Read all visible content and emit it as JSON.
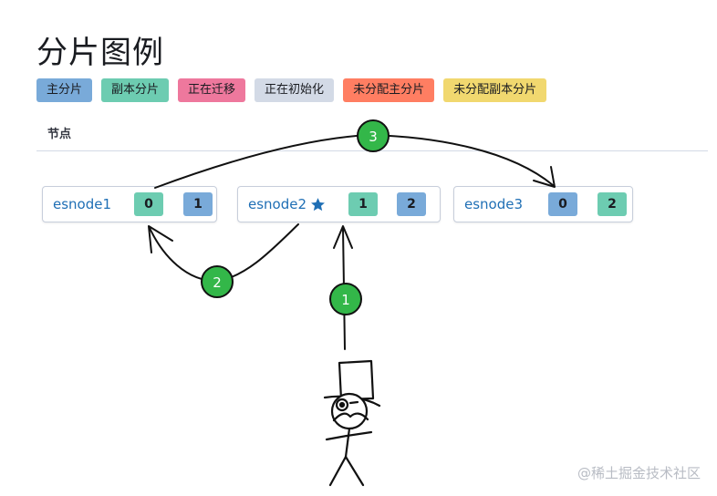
{
  "page": {
    "title": "分片图例",
    "section": "节点",
    "watermark": "@稀土掘金技术社区"
  },
  "legend": [
    {
      "label": "主分片",
      "color": "#79aad9"
    },
    {
      "label": "副本分片",
      "color": "#6dccb1"
    },
    {
      "label": "正在迁移",
      "color": "#ee789d"
    },
    {
      "label": "正在初始化",
      "color": "#d3dae6"
    },
    {
      "label": "未分配主分片",
      "color": "#ff7e62"
    },
    {
      "label": "未分配副本分片",
      "color": "#f1d86f"
    }
  ],
  "nodes": [
    {
      "name": "esnode1",
      "master": false,
      "shards": [
        {
          "label": "0",
          "type": "replica"
        },
        {
          "label": "1",
          "type": "primary"
        }
      ]
    },
    {
      "name": "esnode2",
      "master": true,
      "shards": [
        {
          "label": "1",
          "type": "replica"
        },
        {
          "label": "2",
          "type": "primary"
        }
      ]
    },
    {
      "name": "esnode3",
      "master": false,
      "shards": [
        {
          "label": "0",
          "type": "primary"
        },
        {
          "label": "2",
          "type": "replica"
        }
      ]
    }
  ],
  "steps": [
    {
      "label": "1"
    },
    {
      "label": "2"
    },
    {
      "label": "3"
    }
  ],
  "colors": {
    "primary": "#79aad9",
    "replica": "#6dccb1",
    "step": "#33b749",
    "link": "#1f6fb5",
    "star": "#1f6fb5"
  }
}
